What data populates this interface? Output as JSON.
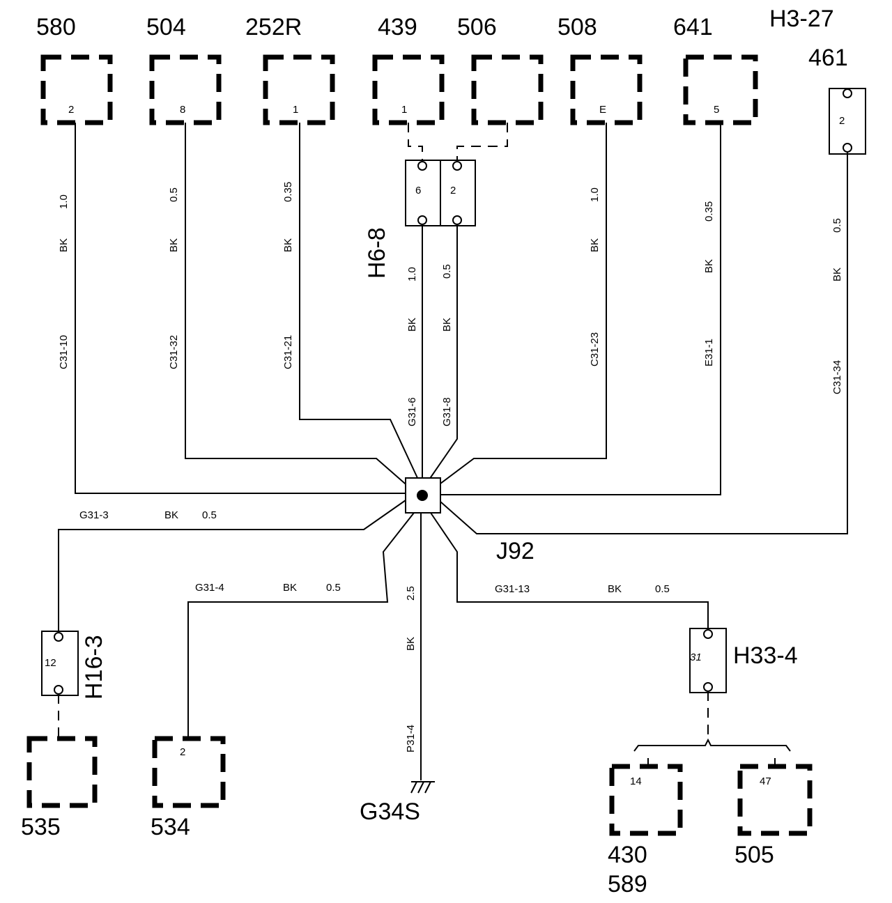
{
  "components": {
    "c580": {
      "id": "580",
      "pin": "2"
    },
    "c504": {
      "id": "504",
      "pin": "8"
    },
    "c252r": {
      "id": "252R",
      "pin": "1"
    },
    "c439": {
      "id": "439",
      "pin": "1"
    },
    "c506": {
      "id": "506"
    },
    "c508": {
      "id": "508",
      "pin": "E"
    },
    "c641": {
      "id": "641",
      "pin": "5"
    },
    "c535": {
      "id": "535"
    },
    "c534": {
      "id": "534",
      "pin": "2"
    },
    "c430": {
      "id_line1": "430",
      "id_line2": "589",
      "pin": "14"
    },
    "c505": {
      "id": "505",
      "pin": "47"
    }
  },
  "connectors": {
    "h3_27": {
      "label": "H3-27",
      "sub_label": "461",
      "pin": "2"
    },
    "h6_8": {
      "label": "H6-8",
      "pin_left": "6",
      "pin_right": "2"
    },
    "h16_3": {
      "label": "H16-3",
      "pin": "12"
    },
    "h33_4": {
      "label": "H33-4",
      "pin": "31"
    }
  },
  "splice": {
    "label": "J92"
  },
  "ground": {
    "label": "G34S"
  },
  "wires": {
    "w580": {
      "circuit": "C31-10",
      "color": "BK",
      "size": "1.0"
    },
    "w504": {
      "circuit": "C31-32",
      "color": "BK",
      "size": "0.5"
    },
    "w252r": {
      "circuit": "C31-21",
      "color": "BK",
      "size": "0.35"
    },
    "w_g31_6": {
      "circuit": "G31-6",
      "color": "BK",
      "size": "1.0"
    },
    "w_g31_8": {
      "circuit": "G31-8",
      "color": "BK",
      "size": "0.5"
    },
    "w508": {
      "circuit": "C31-23",
      "color": "BK",
      "size": "1.0"
    },
    "w641": {
      "circuit": "E31-1",
      "color": "BK",
      "size": "0.35"
    },
    "w461": {
      "circuit": "C31-34",
      "color": "BK",
      "size": "0.5"
    },
    "w_g31_3": {
      "circuit": "G31-3",
      "color": "BK",
      "size": "0.5"
    },
    "w_g31_4": {
      "circuit": "G31-4",
      "color": "BK",
      "size": "0.5"
    },
    "w_ground": {
      "circuit": "P31-4",
      "color": "BK",
      "size": "2.5"
    },
    "w_g31_13": {
      "circuit": "G31-13",
      "color": "BK",
      "size": "0.5"
    }
  }
}
